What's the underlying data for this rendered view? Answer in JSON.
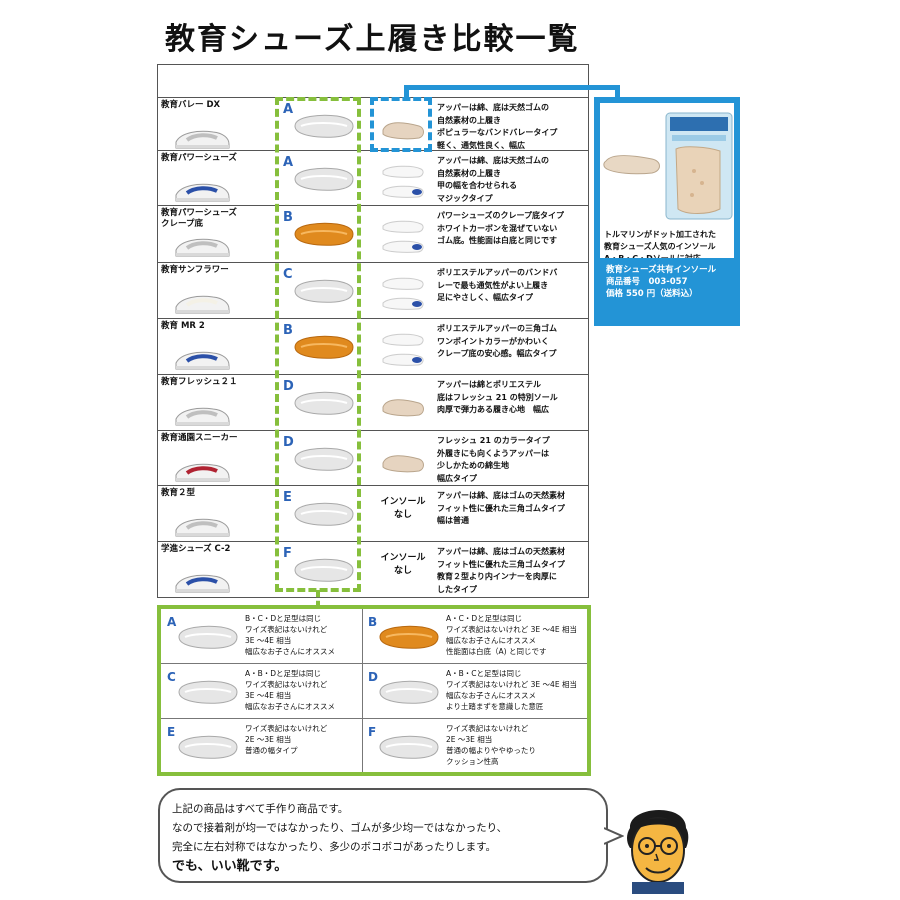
{
  "title": "教育シューズ上履き比較一覧",
  "rows": [
    {
      "name": "教育バレー DX",
      "letter": "A",
      "insole": "tan",
      "insole_text": "",
      "desc": [
        "アッパーは綿、底は天然ゴムの",
        "自然素材の上履き",
        "ポピュラーなバンドバレータイプ",
        "軽く、通気性良く、幅広"
      ]
    },
    {
      "name": "教育パワーシューズ",
      "letter": "A",
      "insole": "white-blue",
      "insole_text": "",
      "desc": [
        "アッパーは綿、底は天然ゴムの",
        "自然素材の上履き",
        "甲の幅を合わせられる",
        "マジックタイプ"
      ]
    },
    {
      "name": "教育パワーシューズ\nクレープ底",
      "letter": "B",
      "insole": "white-blue",
      "insole_text": "",
      "desc": [
        "パワーシューズのクレープ底タイプ",
        "ホワイトカーボンを混ぜていない",
        "ゴム底。性能面は白底と同じです"
      ]
    },
    {
      "name": "教育サンフラワー",
      "letter": "C",
      "insole": "white-blue",
      "insole_text": "",
      "desc": [
        "ポリエステルアッパーのバンドバ",
        "レーで最も通気性がよい上履き",
        "足にやさしく、幅広タイプ"
      ]
    },
    {
      "name": "教育 MR 2",
      "letter": "B",
      "insole": "white-blue",
      "insole_text": "",
      "desc": [
        "ポリエステルアッパーの三角ゴム",
        "ワンポイントカラーがかわいく",
        "クレープ底の安心感。幅広タイプ"
      ]
    },
    {
      "name": "教育フレッシュ２１",
      "letter": "D",
      "insole": "tan",
      "insole_text": "",
      "desc": [
        "アッパーは綿とポリエステル",
        "底はフレッシュ 21 の特別ソール",
        "肉厚で弾力ある履き心地　幅広"
      ]
    },
    {
      "name": "教育通園スニーカー",
      "letter": "D",
      "insole": "tan",
      "insole_text": "",
      "desc": [
        "フレッシュ 21 のカラータイプ",
        "外履きにも向くようアッパーは",
        "少しかための綿生地",
        "幅広タイプ"
      ]
    },
    {
      "name": "教育２型",
      "letter": "E",
      "insole": "none",
      "insole_text": "インソール\nなし",
      "desc": [
        "アッパーは綿、底はゴムの天然素材",
        "フィット性に優れた三角ゴムタイプ",
        "幅は普通"
      ]
    },
    {
      "name": "学進シューズ C-2",
      "letter": "F",
      "insole": "none",
      "insole_text": "インソール\nなし",
      "desc": [
        "アッパーは綿、底はゴムの天然素材",
        "フィット性に優れた三角ゴムタイプ",
        "教育２型より内インナーを肉厚に",
        "したタイプ"
      ]
    }
  ],
  "promo": {
    "caption": [
      "トルマリンがドット加工された",
      "教育シューズ人気のインソール",
      "A・B・C・Dソールに対応"
    ],
    "info": [
      "教育シューズ共有インソール",
      "商品番号　003-057",
      "価格 550 円（送料込）"
    ]
  },
  "soles": [
    {
      "letter": "A",
      "lines": [
        "B・C・Dと足型は同じ",
        "ワイズ表記はないけれど",
        "3E ～4E 相当",
        "幅広なお子さんにオススメ"
      ]
    },
    {
      "letter": "B",
      "lines": [
        "A・C・Dと足型は同じ",
        "ワイズ表記はないけれど 3E ～4E 相当",
        "幅広なお子さんにオススメ",
        "性能面は白底（A) と同じです"
      ]
    },
    {
      "letter": "C",
      "lines": [
        "A・B・Dと足型は同じ",
        "ワイズ表記はないけれど",
        "3E ～4E 相当",
        "幅広なお子さんにオススメ"
      ]
    },
    {
      "letter": "D",
      "lines": [
        "A・B・Cと足型は同じ",
        "ワイズ表記はないけれど 3E ～4E 相当",
        "幅広なお子さんにオススメ",
        "より土踏まずを意識した意匠"
      ]
    },
    {
      "letter": "E",
      "lines": [
        "ワイズ表記はないけれど",
        "2E ～3E 相当",
        "普通の幅タイプ"
      ]
    },
    {
      "letter": "F",
      "lines": [
        "ワイズ表記はないけれど",
        "2E ～3E 相当",
        "普通の幅よりややゆったり",
        "クッション性高"
      ]
    }
  ],
  "bubble": [
    "上記の商品はすべて手作り商品です。",
    "なので接着剤が均一ではなかったり、ゴムが多少均一ではなかったり、",
    "完全に左右対称ではなかったり、多少のボコボコがあったりします。",
    "でも、いい靴です。"
  ],
  "colors": {
    "green": "#86bf3c",
    "blue": "#2394d6",
    "letter": "#2c63b7",
    "orange_sole": "#e08a1e"
  }
}
